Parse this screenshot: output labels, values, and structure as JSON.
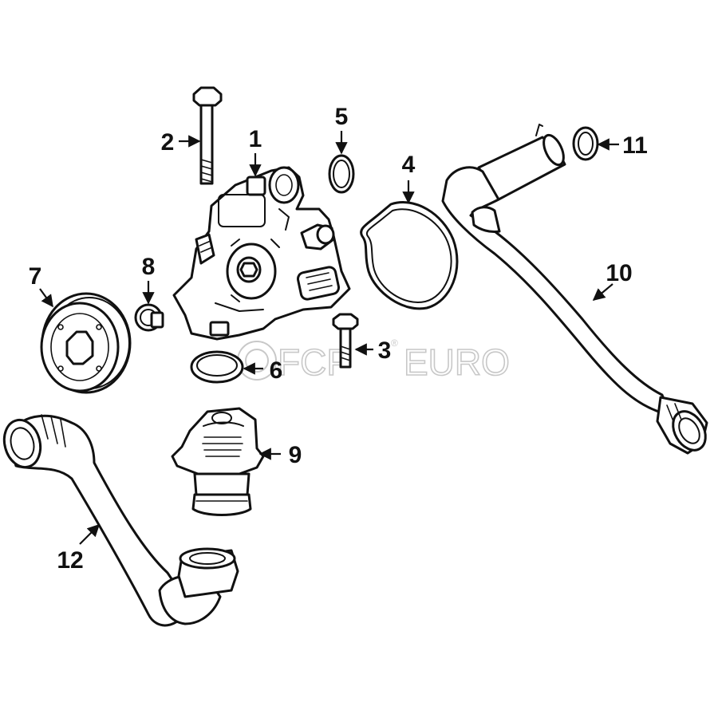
{
  "watermark": {
    "brand_main": "FCP",
    "brand_sub": "EURO",
    "registered_mark": "®"
  },
  "callouts": [
    {
      "id": "1",
      "label": "1"
    },
    {
      "id": "2",
      "label": "2"
    },
    {
      "id": "3",
      "label": "3"
    },
    {
      "id": "4",
      "label": "4"
    },
    {
      "id": "5",
      "label": "5"
    },
    {
      "id": "6",
      "label": "6"
    },
    {
      "id": "7",
      "label": "7"
    },
    {
      "id": "8",
      "label": "8"
    },
    {
      "id": "9",
      "label": "9"
    },
    {
      "id": "10",
      "label": "10"
    },
    {
      "id": "11",
      "label": "11"
    },
    {
      "id": "12",
      "label": "12"
    }
  ],
  "colors": {
    "line": "#111111",
    "background": "#ffffff",
    "watermark": "#c8c8c8"
  }
}
